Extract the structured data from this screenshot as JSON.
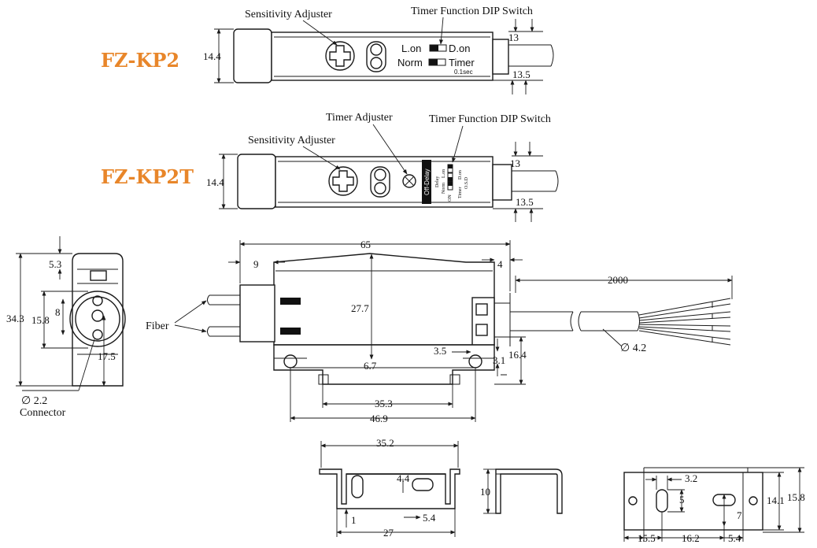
{
  "colors": {
    "model_label": "#e8862a",
    "line": "#1a1a1a"
  },
  "models": {
    "kp2": "FZ-KP2",
    "kp2t": "FZ-KP2T"
  },
  "labels": {
    "sensitivity_adjuster": "Sensitivity Adjuster",
    "timer_function_dip_switch": "Timer Function DIP Switch",
    "timer_adjuster": "Timer Adjuster",
    "fiber": "Fiber",
    "connector": "Connector",
    "connector_dia": "∅ 2.2",
    "cable_dia": "∅ 4.2"
  },
  "switch_labels": {
    "l_on": "L.on",
    "d_on": "D.on",
    "norm": "Norm",
    "timer": "Timer",
    "timer_unit": "0.1sec",
    "off_delay": "Off-Delay",
    "t_delay": "Delay",
    "t_norm": "Norm",
    "t_l_on": "L.on",
    "t_on": "ON",
    "t_timer": "Timer",
    "t_d_on": "D.on",
    "t_osd": "O.S.D"
  },
  "dims": {
    "kp2_height": "14.4",
    "kp2_13": "13",
    "kp2_13_5": "13.5",
    "kp2t_height": "14.4",
    "kp2t_13": "13",
    "kp2t_13_5": "13.5",
    "side_5_3": "5.3",
    "side_34_3": "34.3",
    "side_15_8": "15.8",
    "side_8": "8",
    "side_17_5": "17.5",
    "main_65": "65",
    "main_9": "9",
    "main_4": "4",
    "main_2000": "2000",
    "main_27_7": "27.7",
    "main_3_5": "3.5",
    "main_16_4": "16.4",
    "main_3_1": "3.1",
    "main_6_7": "6.7",
    "main_35_3": "35.3",
    "main_46_9": "46.9",
    "br_35_2": "35.2",
    "br_4_4": "4.4",
    "br_5_4": "5.4",
    "br_1": "1",
    "br_27": "27",
    "br_side_10": "10",
    "bt_3_2": "3.2",
    "bt_5": "5",
    "bt_14_1": "14.1",
    "bt_15_8": "15.8",
    "bt_7": "7",
    "bt_15_5": "15.5",
    "bt_16_2": "16.2",
    "bt_5_4": "5.4"
  }
}
